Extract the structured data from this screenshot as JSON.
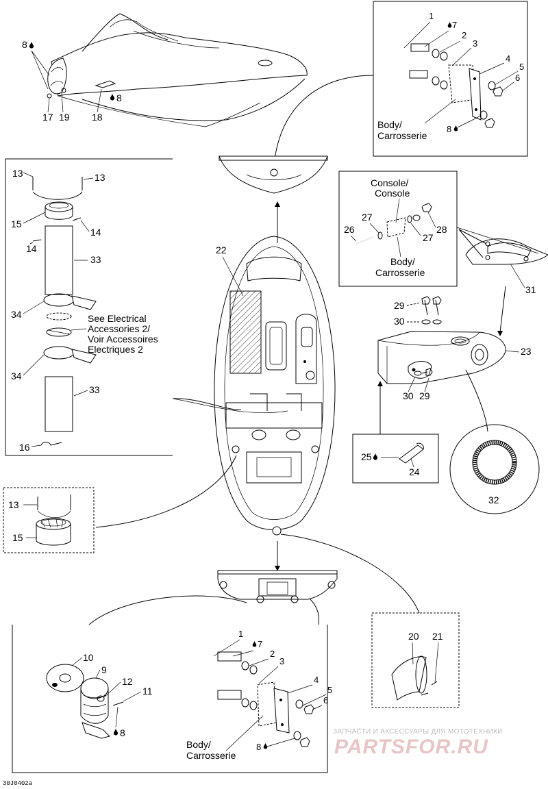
{
  "callouts": {
    "c1_top": "1",
    "c7_top": "7",
    "c2_top": "2",
    "c3_top": "3",
    "c4_top": "4",
    "c5_top": "5",
    "c6_top": "6",
    "c8_top": "8",
    "c8_nose": "8",
    "c17": "17",
    "c19": "19",
    "c18": "18",
    "c8_nose2": "8",
    "c13a": "13",
    "c13b": "13",
    "c15": "15",
    "c14a": "14",
    "c14b": "14",
    "c33a": "33",
    "c34a": "34",
    "c34b": "34",
    "c33b": "33",
    "c16": "16",
    "c22": "22",
    "c26": "26",
    "c27a": "27",
    "c27b": "27",
    "c28": "28",
    "c31": "31",
    "c29a": "29",
    "c30a": "30",
    "c23": "23",
    "c30b": "30",
    "c29b": "29",
    "c25": "25",
    "c24": "24",
    "c32": "32",
    "c13c": "13",
    "c15b": "15",
    "c10": "10",
    "c9": "9",
    "c12": "12",
    "c11": "11",
    "c8_bot": "8",
    "c1_bot": "1",
    "c7_bot": "7",
    "c2_bot": "2",
    "c3_bot": "3",
    "c4_bot": "4",
    "c5_bot": "5",
    "c6_bot": "6",
    "c8_bot2": "8",
    "c20": "20",
    "c21": "21"
  },
  "notes": {
    "body_top_1": "Body/",
    "body_top_2": "Carrosserie",
    "console_1": "Console/",
    "console_2": "Console",
    "body_mid_1": "Body/",
    "body_mid_2": "Carrosserie",
    "elec_1": "See Electrical",
    "elec_2": "Accessories 2/",
    "elec_3": "Voir Accessoires",
    "elec_4": "Electriques 2",
    "body_bot_1": "Body/",
    "body_bot_2": "Carrosserie"
  },
  "watermark": {
    "line1": "ЗАПЧАСТИ И АКСЕССУАРЫ ДЛЯ МОТОТЕХНИКИ",
    "line2": "PARTSFOR.RU"
  },
  "figure_code": "30J0402a",
  "icons": [
    "oil-drop-icon"
  ]
}
